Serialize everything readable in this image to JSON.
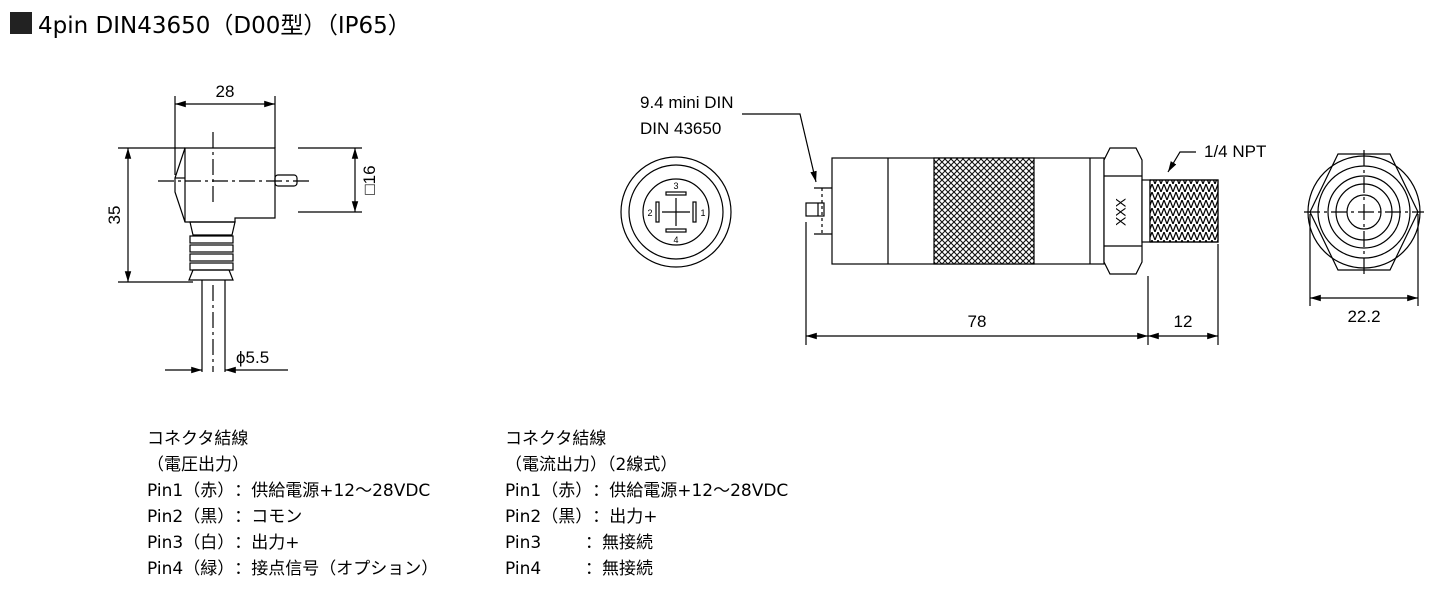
{
  "title": "4pin DIN43650（D00型）（IP65）",
  "dimensions": {
    "side_width": "28",
    "side_height": "35",
    "side_square": "□16",
    "cable_diameter": "ϕ5.5",
    "body_length": "78",
    "thread_length": "12",
    "hex_width": "22.2"
  },
  "labels": {
    "connector_line1": "9.4 mini DIN",
    "connector_line2": "DIN 43650",
    "thread_spec": "1/4 NPT",
    "body_marking": "XXX",
    "pin_3": "3",
    "pin_4": "4",
    "pin_1": "1",
    "pin_2": "2"
  },
  "wiring_voltage": {
    "title": "コネクタ結線",
    "subtitle": "（電圧出力）",
    "rows": [
      {
        "pin": "Pin1（赤）",
        "desc": "：供給電源+12～28VDC"
      },
      {
        "pin": "Pin2（黒）",
        "desc": "：コモン"
      },
      {
        "pin": "Pin3（白）",
        "desc": "：出力+"
      },
      {
        "pin": "Pin4（緑）",
        "desc": "：接点信号（オプション）"
      }
    ]
  },
  "wiring_current": {
    "title": "コネクタ結線",
    "subtitle": "（電流出力）（2線式）",
    "rows": [
      {
        "pin": "Pin1（赤）",
        "desc": "：供給電源+12～28VDC"
      },
      {
        "pin": "Pin2（黒）",
        "desc": "：出力+"
      },
      {
        "pin": "Pin3",
        "desc": "：無接続"
      },
      {
        "pin": "Pin4",
        "desc": "：無接続"
      }
    ]
  }
}
